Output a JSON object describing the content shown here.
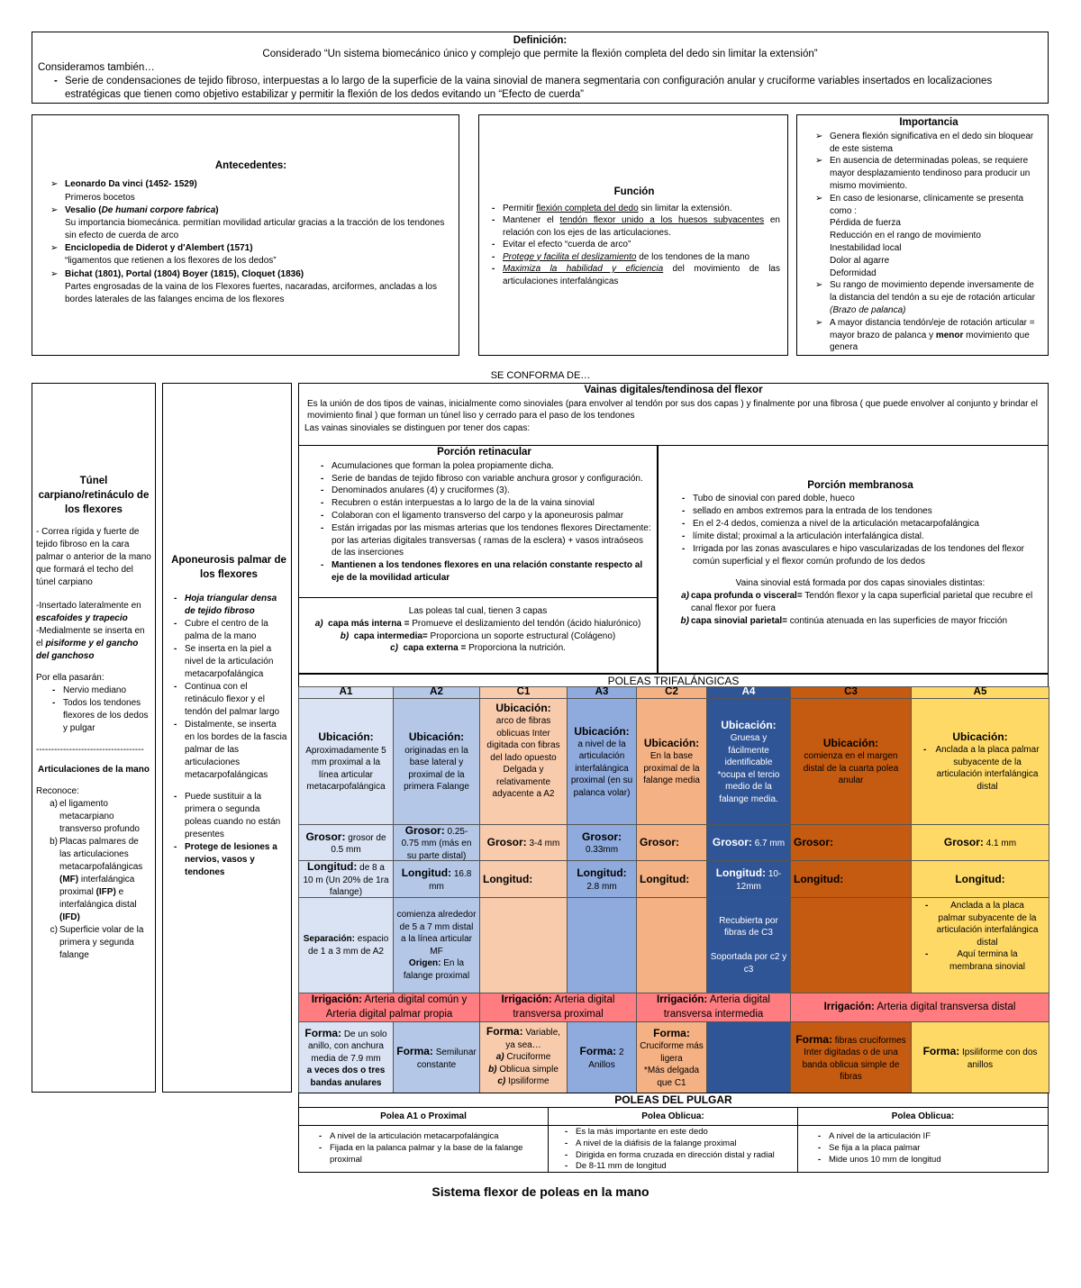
{
  "definicion": {
    "title": "Definición:",
    "quote": "Considerado “Un sistema biomecánico único y complejo que permite la flexión completa del dedo sin limitar la extensión”",
    "also": "Consideramos también…",
    "item": "Serie de condensaciones de tejido fibroso, interpuestas a lo largo de la superficie de la vaina sinovial de manera segmentaria con configuración anular y cruciforme variables insertados en localizaciones estratégicas que tienen como objetivo estabilizar y permitir la flexión de los dedos evitando un “Efecto de cuerda”"
  },
  "antecedentes": {
    "title": "Antecedentes:",
    "items": [
      {
        "name": "Leonardo Da vinci (1452- 1529)",
        "text": "Primeros bocetos"
      },
      {
        "name": "Vesalio (De humani corpore fabrica)",
        "text": "Su importancia biomecánica. permitían movilidad articular gracias a la tracción de los tendones sin efecto de cuerda de arco"
      },
      {
        "name": "Enciclopedia de Diderot y d'Alembert (1571)",
        "text": "“ligamentos que retienen a los flexores de los dedos”"
      },
      {
        "name": "Bichat (1801), Portal (1804) Boyer (1815), Cloquet (1836)",
        "text": "Partes engrosadas de la vaina de los Flexores fuertes, nacaradas, arciformes, ancladas a los bordes laterales de las falanges encima de los flexores"
      }
    ]
  },
  "funcion": {
    "title": "Función",
    "items": [
      "Permitir flexión completa del dedo sin limitar la extensión.",
      "Mantener el tendón flexor unido a los huesos subyacentes en relación con los ejes de las articulaciones.",
      "Evitar el efecto “cuerda de arco”",
      "Protege y facilita el deslizamiento de los tendones de la mano",
      "Maximiza la habilidad y eficiencia del movimiento de las articulaciones interfalángicas"
    ]
  },
  "importancia": {
    "title": "Importancia",
    "items": [
      "Genera flexión significativa en el dedo sin bloquear de este sistema",
      "En ausencia de determinadas poleas, se requiere mayor desplazamiento tendinoso para producir un mismo movimiento.",
      "En caso de lesionarse, clínicamente se presenta como :",
      "Su rango de movimiento depende inversamente de la distancia del tendón a su eje de rotación articular (Brazo de palanca)",
      "A mayor distancia tendón/eje de rotación articular = mayor brazo de palanca y menor movimiento que genera"
    ],
    "sub": [
      "Pérdida de fuerza",
      "Reducción en el rango de movimiento",
      "Inestabilidad local",
      "Dolor al agarre",
      "Deformidad"
    ]
  },
  "conforma": "SE CONFORMA DE…",
  "tunel": {
    "title": "Túnel carpiano/retináculo de los flexores",
    "p1": "- Correa rígida y fuerte de tejido fibroso en la cara palmar o anterior de la mano que formará el techo del túnel carpiano",
    "p2a": "-Insertado lateralmente en",
    "p2b": "escafoides y trapecio",
    "p3a": "-Medialmente se inserta en el",
    "p3b": "pisiforme y el gancho del ganchoso",
    "pasaran": "Por ella pasarán:",
    "pas": [
      "Nervio mediano",
      "Todos los tendones flexores de los dedos y pulgar"
    ],
    "sep": "------------------------------------",
    "art_title": "Articulaciones de la mano",
    "reconoce": "Reconoce:",
    "rec": [
      "el ligamento metacarpiano transverso profundo",
      "Placas palmares de las articulaciones metacarpofalángicas (MF) interfalángica proximal (IFP) e interfalángica distal (IFD)",
      "Superficie volar de la primera y segunda falange"
    ],
    "rec_letters": [
      "a)",
      "b)",
      "c)"
    ]
  },
  "aponeurosis": {
    "title": "Aponeurosis palmar de los flexores",
    "items": [
      "Hoja triangular densa de tejido fibroso",
      "Cubre el centro de la palma de la mano",
      "Se inserta en la piel a nivel de la articulación metacarpofalángica",
      "Continua con el retináculo flexor y el tendón del palmar largo",
      "Distalmente, se inserta en los bordes de la fascia palmar de las articulaciones metacarpofalángicas",
      "Puede sustituir a la primera o segunda poleas cuando no están presentes",
      "Protege de lesiones a nervios, vasos y tendones"
    ]
  },
  "vainas": {
    "title": "Vainas digitales/tendinosa del flexor",
    "p1": "Es la unión de dos tipos de vainas, inicialmente como sinoviales (para envolver al tendón por sus dos capas ) y finalmente por una fibrosa ( que puede envolver al conjunto y brindar el movimiento final ) que forman un túnel liso y cerrado para el paso de los tendones",
    "p2": "Las vainas sinoviales se distinguen por tener dos capas:"
  },
  "retinacular": {
    "title": "Porción retinacular",
    "items": [
      "Acumulaciones que forman la polea propiamente dicha.",
      "Serie de bandas de tejido fibroso con variable anchura grosor y configuración.",
      "Denominados anulares (4) y cruciformes (3).",
      "Recubren o están interpuestas a lo largo de la de la vaina sinovial",
      "Colaboran con el ligamento transverso del carpo y la aponeurosis palmar",
      "Están irrigadas por las mismas arterias que los tendones flexores Directamente: por las arterias digitales transversas ( ramas de la esclera) + vasos intraóseos de las inserciones",
      "Mantienen a los tendones flexores en una relación constante respecto al eje de la movilidad articular"
    ],
    "capas": "Las poleas tal cual, tienen 3 capas",
    "c1a": "capa más interna =",
    "c1b": " Promueve el deslizamiento del tendón (ácido hialurónico)",
    "c2a": "capa intermedia=",
    "c2b": " Proporciona un soporte estructural (Colágeno)",
    "c3a": "capa externa =",
    "c3b": " Proporciona la nutrición.",
    "letters": [
      "a)",
      "b)",
      "c)"
    ]
  },
  "membranosa": {
    "title": "Porción membranosa",
    "items": [
      "Tubo de sinovial con pared doble, hueco",
      "sellado en ambos extremos para la entrada de los tendones",
      "En el 2-4 dedos, comienza a nivel de la articulación metacarpofalángica",
      "límite distal; proximal a la articulación interfalángica distal.",
      "Irrigada por las zonas avasculares e hipo vascularizadas de los tendones del flexor común superficial y el flexor común profundo de los dedos"
    ],
    "vaina": "Vaina sinovial está formada por dos capas sinoviales distintas:",
    "a1": "capa profunda o visceral=",
    "a2": " Tendón flexor y la capa superficial parietal que recubre el canal flexor por fuera",
    "b1": "capa sinovial parietal=",
    "b2": " continúa atenuada en las superficies de mayor fricción",
    "letters": [
      "a)",
      "b)"
    ]
  },
  "poleas": {
    "title": "POLEAS TRIFALÁNGICAS",
    "headers": [
      "A1",
      "A2",
      "C1",
      "A3",
      "C2",
      "A4",
      "C3",
      "A5"
    ],
    "ub_label": "Ubicación:",
    "ub": [
      "Aproximadamente 5 mm proximal a la línea articular metacarpofalángica",
      "originadas en la base lateral y proximal de la primera Falange",
      "arco de fibras oblicuas Inter digitada con fibras del lado opuesto Delgada y relativamente adyacente a A2",
      "a nivel de la articulación interfalángica proximal (en su palanca volar)",
      "En la base proximal de la falange media",
      "Gruesa y fácilmente identificable *ocupa el tercio medio de la falange media.",
      "comienza en el margen distal de la cuarta polea anular",
      "Anclada a la placa palmar subyacente de la articulación interfalángica distal"
    ],
    "gr_label": "Grosor:",
    "gr": [
      "grosor de 0.5 mm",
      "0.25-0.75 mm (más en su parte distal)",
      "3-4 mm",
      "0.33mm",
      "",
      "6.7 mm",
      "",
      "4.1 mm"
    ],
    "lo_label": "Longitud:",
    "lo": [
      "de 8 a 10 m (Un 20% de 1ra falange)",
      "16.8 mm",
      "",
      "2.8 mm",
      "",
      "10-12mm",
      "",
      ""
    ],
    "sep_label": "Separación:",
    "sep_text": "espacio de 1 a 3 mm de A2",
    "a2_extra": "comienza alrededor de 5 a 7 mm distal a la línea articular MF",
    "origen_label": "Origen:",
    "origen_text": "En la falange proximal",
    "a4_extra1": "Recubierta por fibras de C3",
    "a4_extra2": "Soportada por c2 y c3",
    "a5_extra": [
      "Anclada a la placa palmar subyacente de la articulación interfalángica distal",
      "Aquí termina la membrana sinovial"
    ],
    "irr_label": "Irrigación:",
    "irr": [
      "Arteria digital común y Arteria digital palmar propia",
      "Arteria digital transversa proximal",
      "Arteria digital transversa intermedia",
      "Arteria digital transversa distal"
    ],
    "fo_label": "Forma:",
    "fo_a1": "De un solo anillo, con anchura media de 7.9 mm",
    "fo_a1b": "a veces dos o tres bandas anulares",
    "fo_a2": "Semilunar constante",
    "fo_c1": "Variable, ya sea…",
    "fo_c1_items": [
      "Cruciforme",
      "Oblicua simple",
      "Ipsiliforme"
    ],
    "fo_c1_letters": [
      "a)",
      "b)",
      "c)"
    ],
    "fo_a3": "2 Anillos",
    "fo_c2": "Cruciforme más ligera",
    "fo_c2b": "*Más delgada que C1",
    "fo_c3": "fibras cruciformes Inter digitadas o de una banda oblicua simple de fibras",
    "fo_a5": "Ipsiliforme con dos anillos"
  },
  "pulgar": {
    "title": "POLEAS DEL PULGAR",
    "cols": [
      {
        "h": "Polea A1 o Proximal",
        "items": [
          "A nivel de la articulación metacarpofalángica",
          "Fijada en la palanca palmar y la base de la falange proximal"
        ]
      },
      {
        "h": "Polea Oblicua:",
        "items": [
          "Es la más importante en este dedo",
          "A nivel de la diáfisis de la falange proximal",
          "Dirigida en forma cruzada en dirección distal y radial",
          "De 8-11 mm de longitud"
        ]
      },
      {
        "h": "Polea Oblicua:",
        "items": [
          "A nivel de la articulación IF",
          "Se fija a la placa palmar",
          "Mide unos 10 mm de longitud"
        ]
      }
    ]
  },
  "footer": "Sistema flexor de poleas en la mano",
  "colors": {
    "a1": "#dae3f3",
    "a2": "#b4c7e7",
    "c1": "#f8cbad",
    "a3": "#8faadc",
    "c2": "#f4b183",
    "a4": "#2f5597",
    "c3": "#c55a11",
    "a5": "#ffd966",
    "irr": "#ff7c80",
    "header_blue": "#8faadc"
  }
}
